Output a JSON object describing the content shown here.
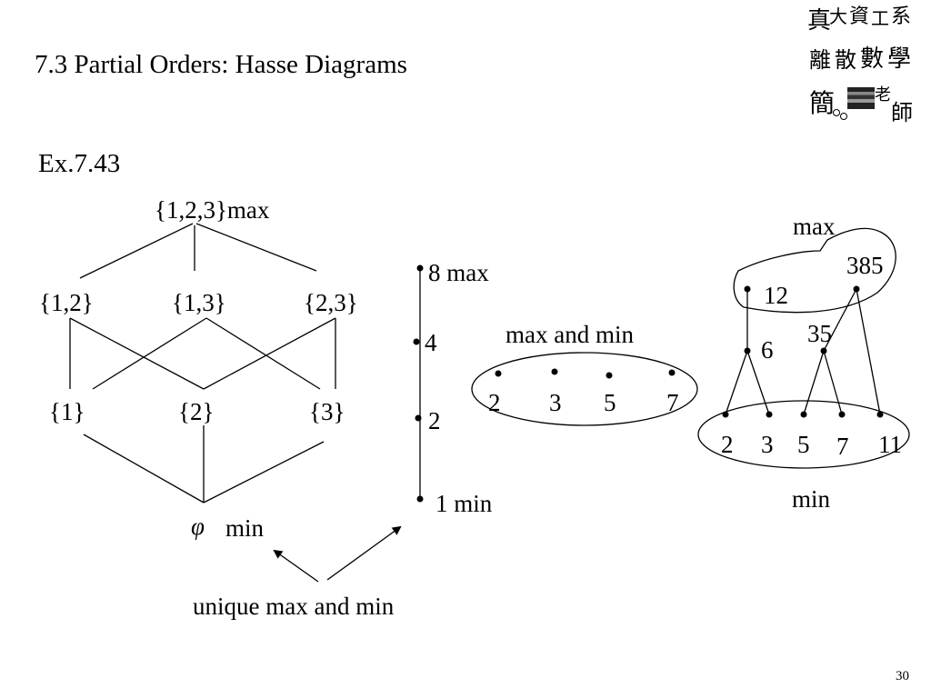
{
  "slide": {
    "title": "7.3 Partial Orders: Hasse Diagrams",
    "example": "Ex.7.43",
    "page_number": "30",
    "logo_text": "真大資工系 離散數學 簡○○老師"
  },
  "diagram_a": {
    "top": "{1,2,3}max",
    "level2": [
      "{1,2}",
      "{1,3}",
      "{2,3}"
    ],
    "level1": [
      "{1}",
      "{2}",
      "{3}"
    ],
    "bottom_symbol": "φ",
    "bottom_label": "min"
  },
  "diagram_b": {
    "nodes": [
      "8 max",
      "4",
      "2",
      "1 min"
    ]
  },
  "diagram_c": {
    "caption": "max and min",
    "nodes": [
      "2",
      "3",
      "5",
      "7"
    ]
  },
  "diagram_d": {
    "max_label": "max",
    "min_label": "min",
    "nodes": [
      "385",
      "12",
      "35",
      "6",
      "2",
      "3",
      "5",
      "7",
      "11"
    ]
  },
  "annotation": {
    "text": "unique max and min"
  }
}
